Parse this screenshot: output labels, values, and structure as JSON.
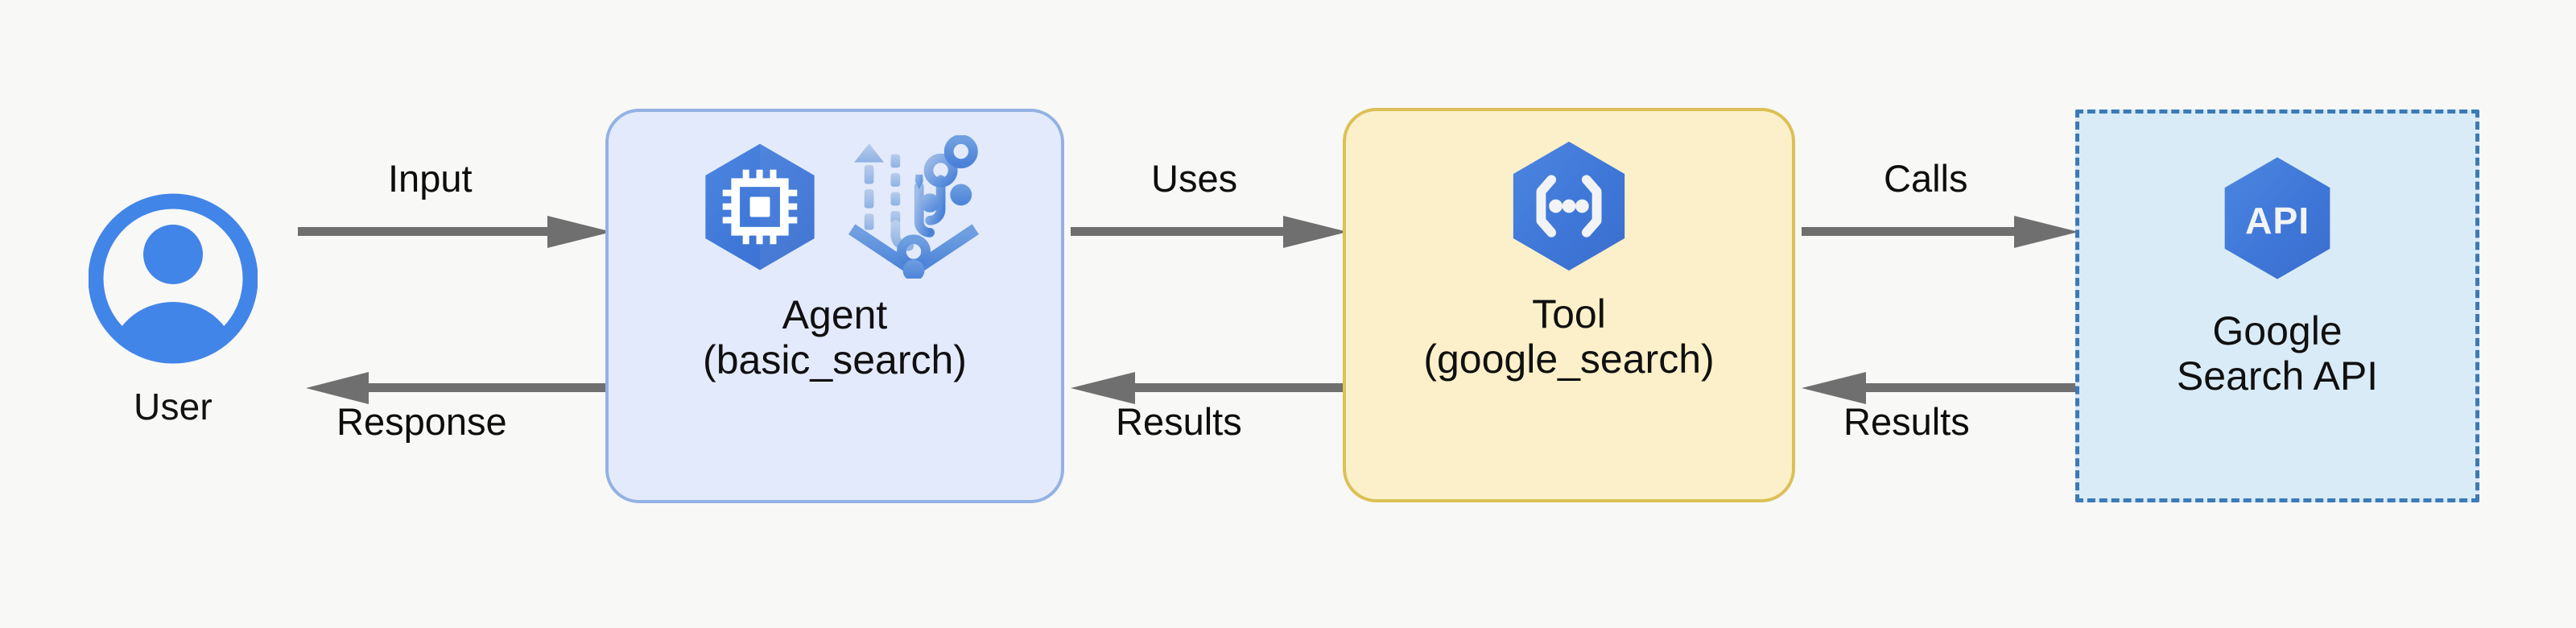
{
  "diagram": {
    "background_color": "#f8f8f6",
    "arrow_color": "#6f6f6f",
    "accent_blue": "#4285e8",
    "nodes": {
      "user": {
        "label": "User",
        "icon": "user-account-circle-icon",
        "icon_color": "#4285e8"
      },
      "agent": {
        "label": "Agent\n(basic_search)",
        "title": "Agent",
        "subtitle": "(basic_search)",
        "fill_color": "#e3eafb",
        "border_color": "#93b2e3",
        "icons": [
          "cpu-hexagon-icon",
          "vertex-ai-workflow-icon"
        ]
      },
      "tool": {
        "label": "Tool\n(google_search)",
        "title": "Tool",
        "subtitle": "(google_search)",
        "fill_color": "#fbf0ca",
        "border_color": "#dcc055",
        "icons": [
          "code-brackets-hexagon-icon"
        ]
      },
      "google_search_api": {
        "label": "Google\nSearch API",
        "line1": "Google",
        "line2": "Search API",
        "fill_color": "#d9ebf7",
        "border_color": "#3c7ab7",
        "border_style": "dashed",
        "icons": [
          "api-hexagon-icon"
        ],
        "icon_text": "API"
      }
    },
    "edges": [
      {
        "id": "input",
        "label": "Input",
        "from": "user",
        "to": "agent",
        "direction": "right"
      },
      {
        "id": "response",
        "label": "Response",
        "from": "agent",
        "to": "user",
        "direction": "left"
      },
      {
        "id": "uses",
        "label": "Uses",
        "from": "agent",
        "to": "tool",
        "direction": "right"
      },
      {
        "id": "results1",
        "label": "Results",
        "from": "tool",
        "to": "agent",
        "direction": "left"
      },
      {
        "id": "calls",
        "label": "Calls",
        "from": "tool",
        "to": "google_search_api",
        "direction": "right"
      },
      {
        "id": "results2",
        "label": "Results",
        "from": "google_search_api",
        "to": "tool",
        "direction": "left"
      }
    ]
  }
}
